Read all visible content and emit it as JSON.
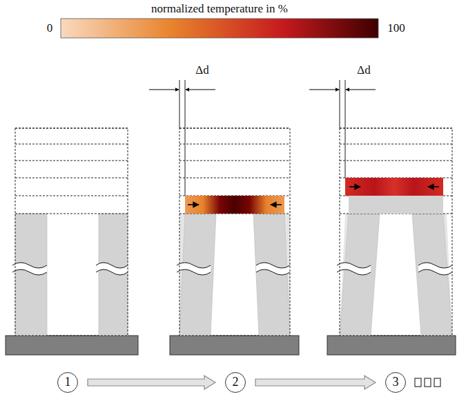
{
  "diagram": {
    "nodes": [
      {
        "text": [
          "1"
        ]
      },
      {
        "text": [
          "2"
        ]
      },
      {
        "text": [
          "3"
        ]
      }
    ],
    "edges": [
      {
        "from": 0,
        "to": 1,
        "arrow": "to"
      },
      {
        "from": 1,
        "to": 2,
        "arrow": "to"
      }
    ],
    "labels": [
      "normalized temperature in %",
      "0",
      "100",
      "Δd",
      "Δd"
    ]
  }
}
